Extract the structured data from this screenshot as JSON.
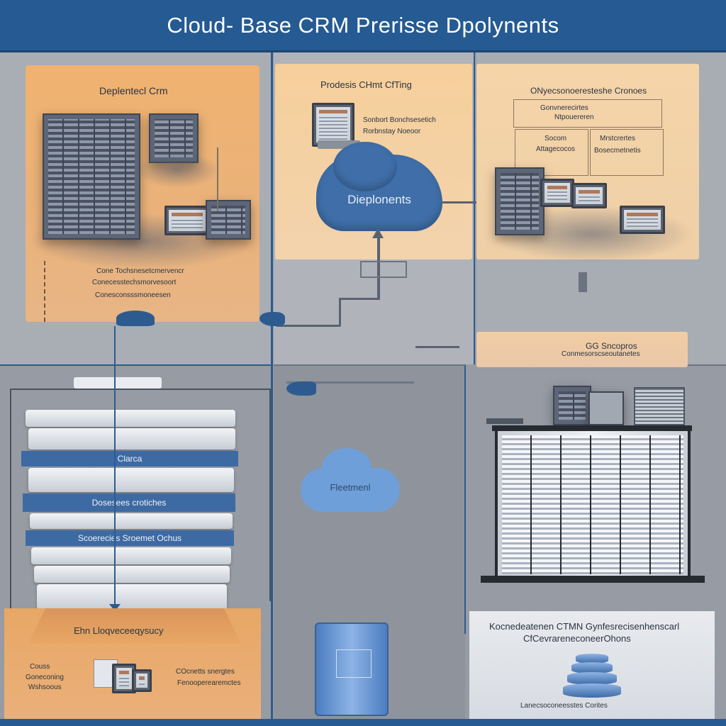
{
  "header": {
    "title": "Cloud- Base CRM  Prerisse Dpolynents"
  },
  "colors": {
    "header_bg": "#255a92",
    "panel_orange": "#f0b26f",
    "panel_peach": "#f6cf9b",
    "cloud_blue": "#3f6ea8",
    "line_blue": "#2d5b8f"
  },
  "top_left_panel": {
    "title": "Deplentecl Crm",
    "lines": [
      "Cone Tochsnesetcmervencr",
      "Conecesstechsmorvesoort",
      "Conesconsssmoneesen"
    ]
  },
  "top_mid_panel": {
    "title": "Prodesis CHmt CfTing",
    "lines": [
      "Sonbort Bonchsesetich",
      "Rorbnstay Noeoor"
    ]
  },
  "cloud_main": {
    "label": "Dieplonents"
  },
  "top_right_panel": {
    "title": "ONyecsonoeresteshe Cronoes",
    "lines": [
      "Gonvnerecirtes",
      "Ntpouereren"
    ],
    "sub_left": [
      "Socom",
      "Attagecocos"
    ],
    "sub_right": [
      "Mrstcrertes",
      "Bosecmetnetis"
    ]
  },
  "right_mid_banner": {
    "title": "GG Sncopros",
    "subtitle": "Conmesorscseoutanetes"
  },
  "disk_stack": {
    "bands": [
      "Clarca",
      "Dosesees crotiches",
      "Scoerecies Sroemet Ochus"
    ]
  },
  "bottom_left_box": {
    "title": "Ehn Lloqveceeqysucy",
    "left_lines": [
      "Couss",
      "Goneconing",
      "Wshsoous"
    ],
    "right_lines": [
      "COcnetts snergtes",
      "Fenooperearemctes"
    ]
  },
  "cloud_small": {
    "label": "Fleetmenl"
  },
  "bottom_right_box": {
    "title": "Kocnedeatenen CTMN Gynfesrecisenhenscarl",
    "subtitle": "CfCevrareneconeerOhons",
    "footer": "Lanecsoconeesstes Corites"
  }
}
